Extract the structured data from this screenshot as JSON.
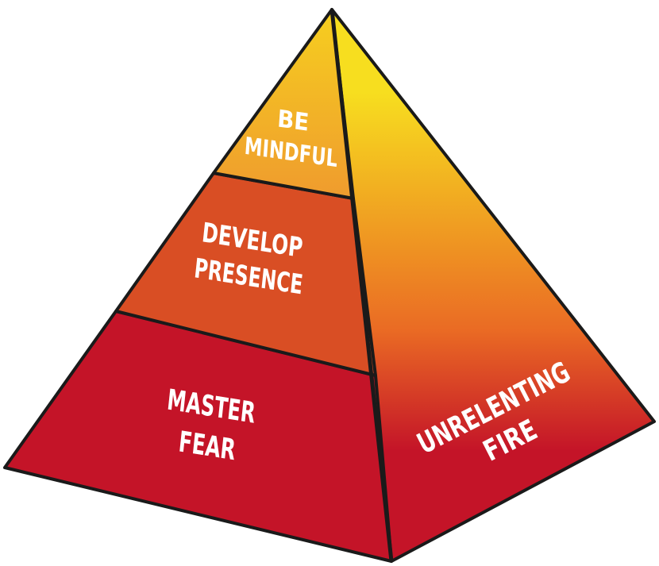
{
  "diagram": {
    "layers": [
      {
        "id": "top",
        "line1": "BE",
        "line2": "MINDFUL",
        "color": "#f0a52e"
      },
      {
        "id": "middle",
        "line1": "DEVELOP",
        "line2": "PRESENCE",
        "color": "#d94e24"
      },
      {
        "id": "bottom",
        "line1": "MASTER",
        "line2": "FEAR",
        "color": "#c41428"
      }
    ],
    "side_face": {
      "line1": "UNRELENTING",
      "line2": "FIRE",
      "gradient_top": "#f7de1f",
      "gradient_mid": "#ea6b24",
      "gradient_bottom": "#c41428"
    },
    "outline_color": "#1a1a1a"
  }
}
